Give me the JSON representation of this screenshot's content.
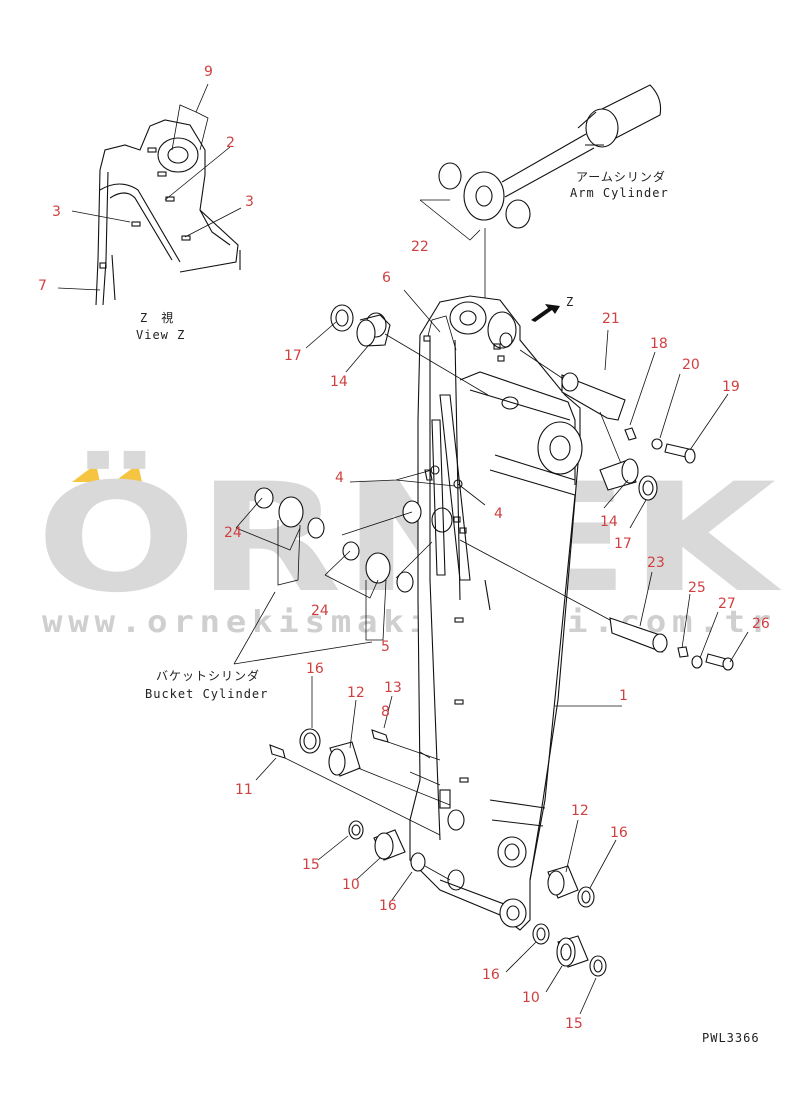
{
  "watermark": {
    "brand": "ÖRNEK",
    "url": "www.ornekismakinalari.com.tr",
    "accent": "#f5c542"
  },
  "labels": {
    "arm_cylinder_jp": "アームシリンダ",
    "arm_cylinder_en": "Arm Cylinder",
    "bucket_cylinder_jp": "バケットシリンダ",
    "bucket_cylinder_en": "Bucket Cylinder",
    "view_z_jp": "Z　視",
    "view_z_en": "View Z",
    "arrow_z": "Z",
    "drawing_code": "PWL3366"
  },
  "callouts": [
    {
      "id": "c9",
      "text": "9"
    },
    {
      "id": "c2",
      "text": "2"
    },
    {
      "id": "c3a",
      "text": "3"
    },
    {
      "id": "c3b",
      "text": "3"
    },
    {
      "id": "c7",
      "text": "7"
    },
    {
      "id": "c22",
      "text": "22"
    },
    {
      "id": "c6",
      "text": "6"
    },
    {
      "id": "c17a",
      "text": "17"
    },
    {
      "id": "c14a",
      "text": "14"
    },
    {
      "id": "c21",
      "text": "21"
    },
    {
      "id": "c18",
      "text": "18"
    },
    {
      "id": "c20",
      "text": "20"
    },
    {
      "id": "c19",
      "text": "19"
    },
    {
      "id": "c4a",
      "text": "4"
    },
    {
      "id": "c4b",
      "text": "4"
    },
    {
      "id": "c24a",
      "text": "24"
    },
    {
      "id": "c14b",
      "text": "14"
    },
    {
      "id": "c17b",
      "text": "17"
    },
    {
      "id": "c23",
      "text": "23"
    },
    {
      "id": "c24b",
      "text": "24"
    },
    {
      "id": "c5",
      "text": "5"
    },
    {
      "id": "c25",
      "text": "25"
    },
    {
      "id": "c27",
      "text": "27"
    },
    {
      "id": "c26",
      "text": "26"
    },
    {
      "id": "c16a",
      "text": "16"
    },
    {
      "id": "c12a",
      "text": "12"
    },
    {
      "id": "c13",
      "text": "13"
    },
    {
      "id": "c8",
      "text": "8"
    },
    {
      "id": "c1",
      "text": "1"
    },
    {
      "id": "c11",
      "text": "11"
    },
    {
      "id": "c15a",
      "text": "15"
    },
    {
      "id": "c10a",
      "text": "10"
    },
    {
      "id": "c16b",
      "text": "16"
    },
    {
      "id": "c12b",
      "text": "12"
    },
    {
      "id": "c16c",
      "text": "16"
    },
    {
      "id": "c16d",
      "text": "16"
    },
    {
      "id": "c10b",
      "text": "10"
    },
    {
      "id": "c15b",
      "text": "15"
    }
  ]
}
